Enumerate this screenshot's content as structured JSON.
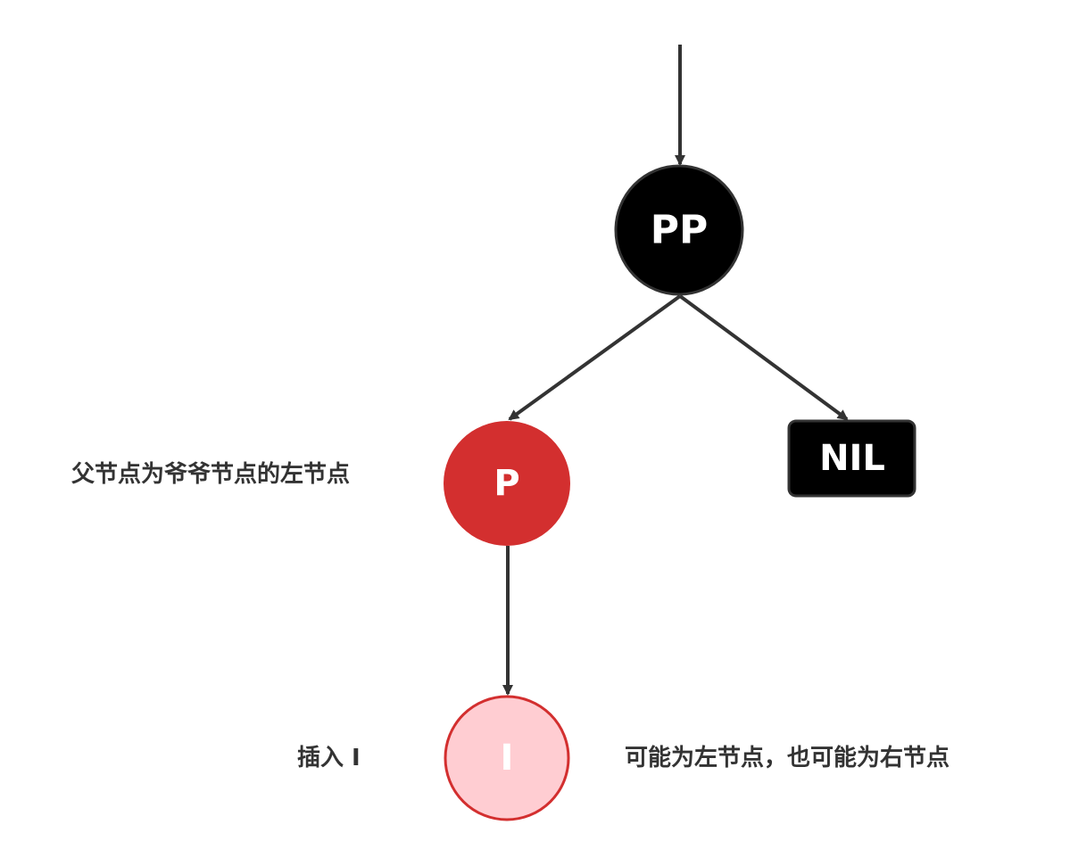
{
  "colors": {
    "edge": "#333333",
    "black_node_fill": "#000000",
    "black_node_stroke": "#333333",
    "red_node_fill": "#d32f2f",
    "inserted_node_fill": "#ffcdd2",
    "inserted_node_stroke": "#d32f2f",
    "light_text": "#ffffff",
    "annotation_text": "#333333"
  },
  "nodes": {
    "grandparent": {
      "label": "PP",
      "color": "black"
    },
    "parent": {
      "label": "P",
      "color": "red"
    },
    "uncle": {
      "label": "NIL",
      "color": "black"
    },
    "inserted": {
      "label": "I",
      "color": "light-red"
    }
  },
  "annotations": {
    "parent_note": "父节点为爷爷节点的左节点",
    "insert_note": "插入 I",
    "position_note": "可能为左节点，也可能为右节点"
  }
}
